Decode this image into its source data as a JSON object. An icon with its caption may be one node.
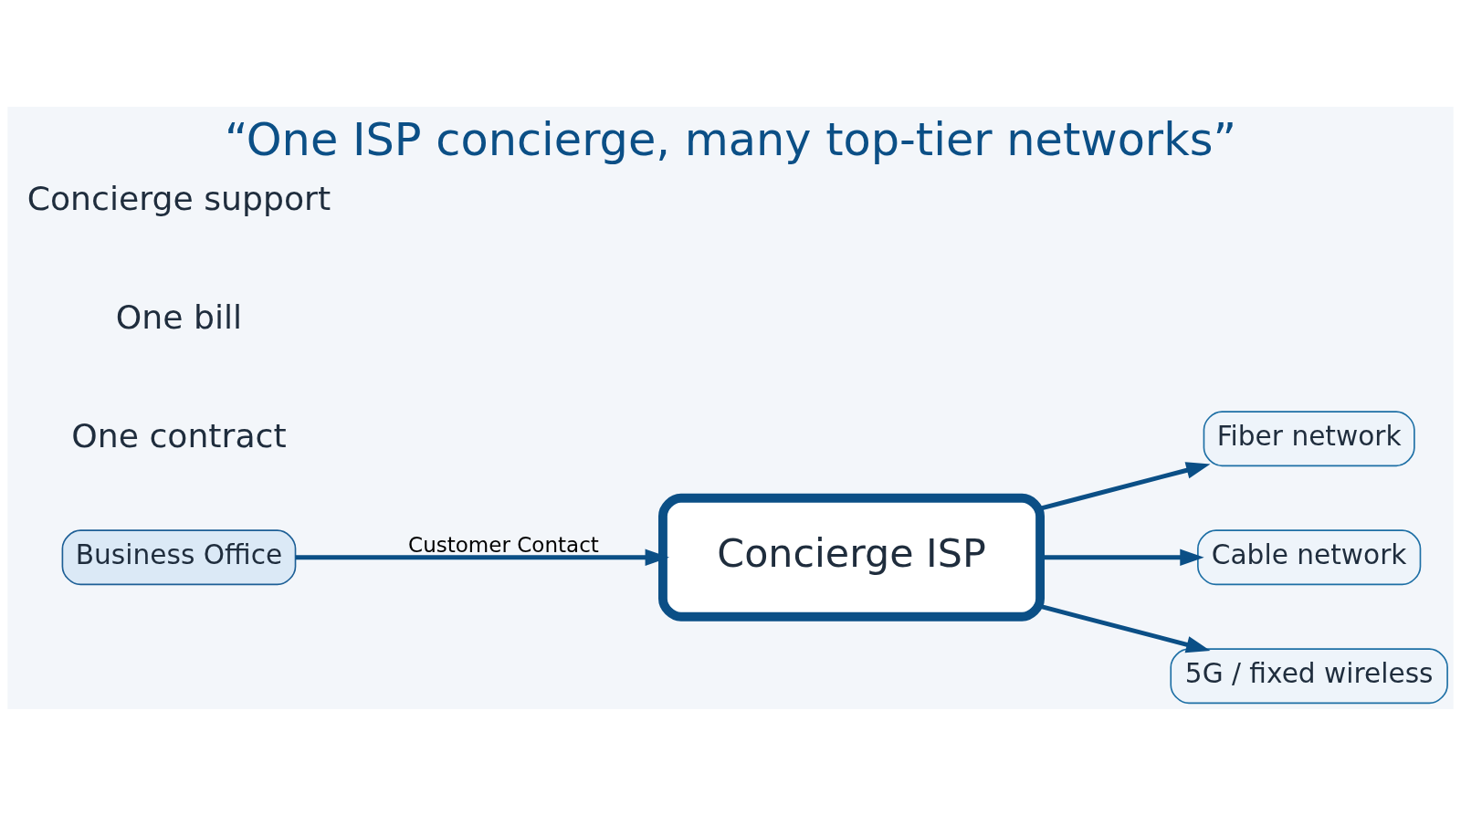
{
  "diagram": {
    "title": "“One ISP concierge, many top-tier networks”",
    "nodes": [
      {
        "text": [
          "Business Office"
        ]
      },
      {
        "text": [
          "Concierge ISP"
        ]
      },
      {
        "text": [
          "Fiber network"
        ]
      },
      {
        "text": [
          "Cable network"
        ]
      },
      {
        "text": [
          "5G / fixed wireless"
        ]
      }
    ],
    "edges": [
      {
        "from": 0,
        "to": 1,
        "arrow": "to",
        "label": "Customer Contact"
      },
      {
        "from": 1,
        "to": 2,
        "arrow": "to"
      },
      {
        "from": 1,
        "to": 3,
        "arrow": "to"
      },
      {
        "from": 1,
        "to": 4,
        "arrow": "to"
      }
    ],
    "labels": [
      "One contract",
      "One bill",
      "Concierge support"
    ]
  }
}
